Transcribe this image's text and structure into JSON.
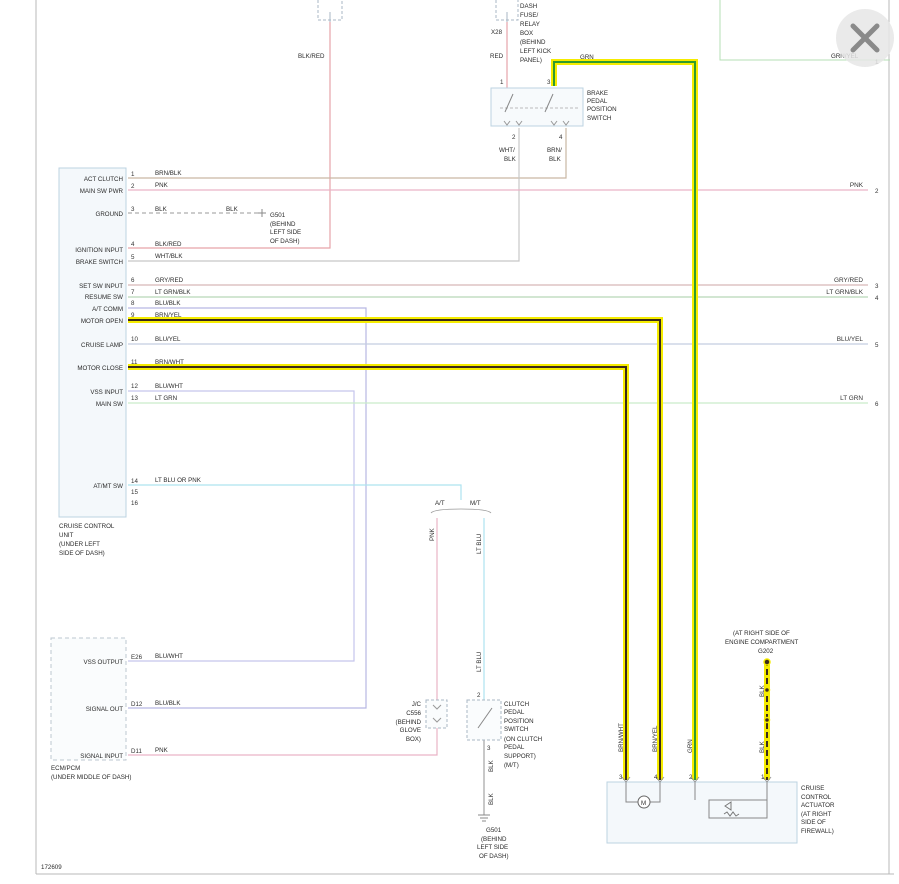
{
  "diagram_id": "172609",
  "colors": {
    "highlight": "#f5ec00",
    "grn": "#2f9a2f",
    "brn": "#3b2a1a",
    "pnk": "#e9b3c6",
    "blk_red": "#e6a3a9",
    "wht_blk": "#c7c7c7",
    "brn_blk": "#c9b8a4",
    "blk": "#9a9a9a",
    "gry_red": "#d7b7b7",
    "lt_grn_blk": "#b6d6b6",
    "blu_blk": "#b8b8e3",
    "blu_yel": "#c4cde0",
    "blu_wht": "#c5c5ec",
    "lt_grn": "#c9ecc9",
    "lt_blu": "#aee3ef",
    "box": "#bcd3e2",
    "box_fill": "#f7fafc"
  },
  "icons": {
    "close": "close-icon",
    "motor": "motor-icon",
    "ground": "ground-icon"
  },
  "labels": {
    "dash_fuse": [
      "DASH",
      "FUSE/",
      "RELAY",
      "BOX",
      "(BEHIND",
      "LEFT KICK",
      "PANEL)"
    ],
    "x28": "X28",
    "red": "RED",
    "blk_red_top": "BLK/RED",
    "grn_top": "GRN",
    "grn_yel_top": "GRN/YEL",
    "brake_switch": [
      "BRAKE",
      "PEDAL",
      "POSITION",
      "SWITCH"
    ],
    "brake_pins": [
      "1",
      "3",
      "2",
      "4"
    ],
    "wht_blk_split": [
      "WHT/",
      "BLK"
    ],
    "brn_blk_split": [
      "BRN/",
      "BLK"
    ],
    "ccu_name": [
      "CRUISE CONTROL",
      "UNIT",
      "(UNDER LEFT",
      "SIDE OF DASH)"
    ],
    "ccu_pins": [
      {
        "name": "ACT CLUTCH",
        "pin": "1",
        "wire": "BRN/BLK"
      },
      {
        "name": "MAIN SW PWR",
        "pin": "2",
        "wire": "PNK"
      },
      {
        "name": "GROUND",
        "pin": "3",
        "wire": "BLK"
      },
      {
        "name": "IGNITION INPUT",
        "pin": "4",
        "wire": "BLK/RED"
      },
      {
        "name": "BRAKE SWITCH",
        "pin": "5",
        "wire": "WHT/BLK"
      },
      {
        "name": "SET SW INPUT",
        "pin": "6",
        "wire": "GRY/RED"
      },
      {
        "name": "RESUME SW",
        "pin": "7",
        "wire": "LT GRN/BLK"
      },
      {
        "name": "A/T COMM",
        "pin": "8",
        "wire": "BLU/BLK"
      },
      {
        "name": "MOTOR OPEN",
        "pin": "9",
        "wire": "BRN/YEL"
      },
      {
        "name": "CRUISE LAMP",
        "pin": "10",
        "wire": "BLU/YEL"
      },
      {
        "name": "MOTOR CLOSE",
        "pin": "11",
        "wire": "BRN/WHT"
      },
      {
        "name": "VSS INPUT",
        "pin": "12",
        "wire": "BLU/WHT"
      },
      {
        "name": "MAIN SW",
        "pin": "13",
        "wire": "LT GRN"
      },
      {
        "name": "AT/MT SW",
        "pin": "14",
        "wire": "LT BLU OR PNK"
      }
    ],
    "ccu_pin_15": "15",
    "ccu_pin_16": "16",
    "ground_blk2": "BLK",
    "g501_dash": [
      "G501",
      "(BEHIND",
      "LEFT SIDE",
      "OF DASH)"
    ],
    "right_edge": [
      {
        "wire": "PNK",
        "num": "2"
      },
      {
        "wire": "GRY/RED",
        "num": "3"
      },
      {
        "wire": "LT GRN/BLK",
        "num": "4"
      },
      {
        "wire": "BLU/YEL",
        "num": "5"
      },
      {
        "wire": "LT GRN",
        "num": "6"
      }
    ],
    "top_right_num": "1",
    "at": "A/T",
    "mt": "M/T",
    "pnk_vert": "PNK",
    "lt_blu_vert": "LT BLU",
    "lt_blu_vert2": "LT BLU",
    "ecm_pins": [
      {
        "name": "VSS OUTPUT",
        "pin": "E26",
        "wire": "BLU/WHT"
      },
      {
        "name": "SIGNAL OUT",
        "pin": "D12",
        "wire": "BLU/BLK"
      },
      {
        "name": "SIGNAL INPUT",
        "pin": "D11",
        "wire": "PNK"
      }
    ],
    "ecm_name": [
      "ECM/PCM",
      "(UNDER MIDDLE OF DASH)"
    ],
    "jc_c556": [
      "J/C",
      "C556",
      "(BEHIND",
      "GLOVE",
      "BOX)"
    ],
    "clutch_switch": [
      "CLUTCH",
      "PEDAL",
      "POSITION",
      "SWITCH",
      "(ON CLUTCH",
      "PEDAL",
      "SUPPORT)",
      "(M/T)"
    ],
    "clutch_pins": [
      "2",
      "3"
    ],
    "blk_v1": "BLK",
    "blk_v2": "BLK",
    "g501_bottom": [
      "G501",
      "(BEHIND",
      "LEFT SIDE",
      "OF DASH)"
    ],
    "engine_ground": [
      "(AT RIGHT SIDE OF",
      "ENGINE COMPARTMENT"
    ],
    "g202": "G202",
    "blk_act1": "BLK",
    "blk_act2": "BLK",
    "brn_wht_vert": "BRN/WHT",
    "brn_yel_vert": "BRN/YEL",
    "grn_vert": "GRN",
    "actuator_pins": [
      "3",
      "4",
      "2",
      "1"
    ],
    "motor_m": "M",
    "actuator_name": [
      "CRUISE",
      "CONTROL",
      "ACTUATOR",
      "(AT RIGHT",
      "SIDE OF",
      "FIREWALL)"
    ]
  }
}
